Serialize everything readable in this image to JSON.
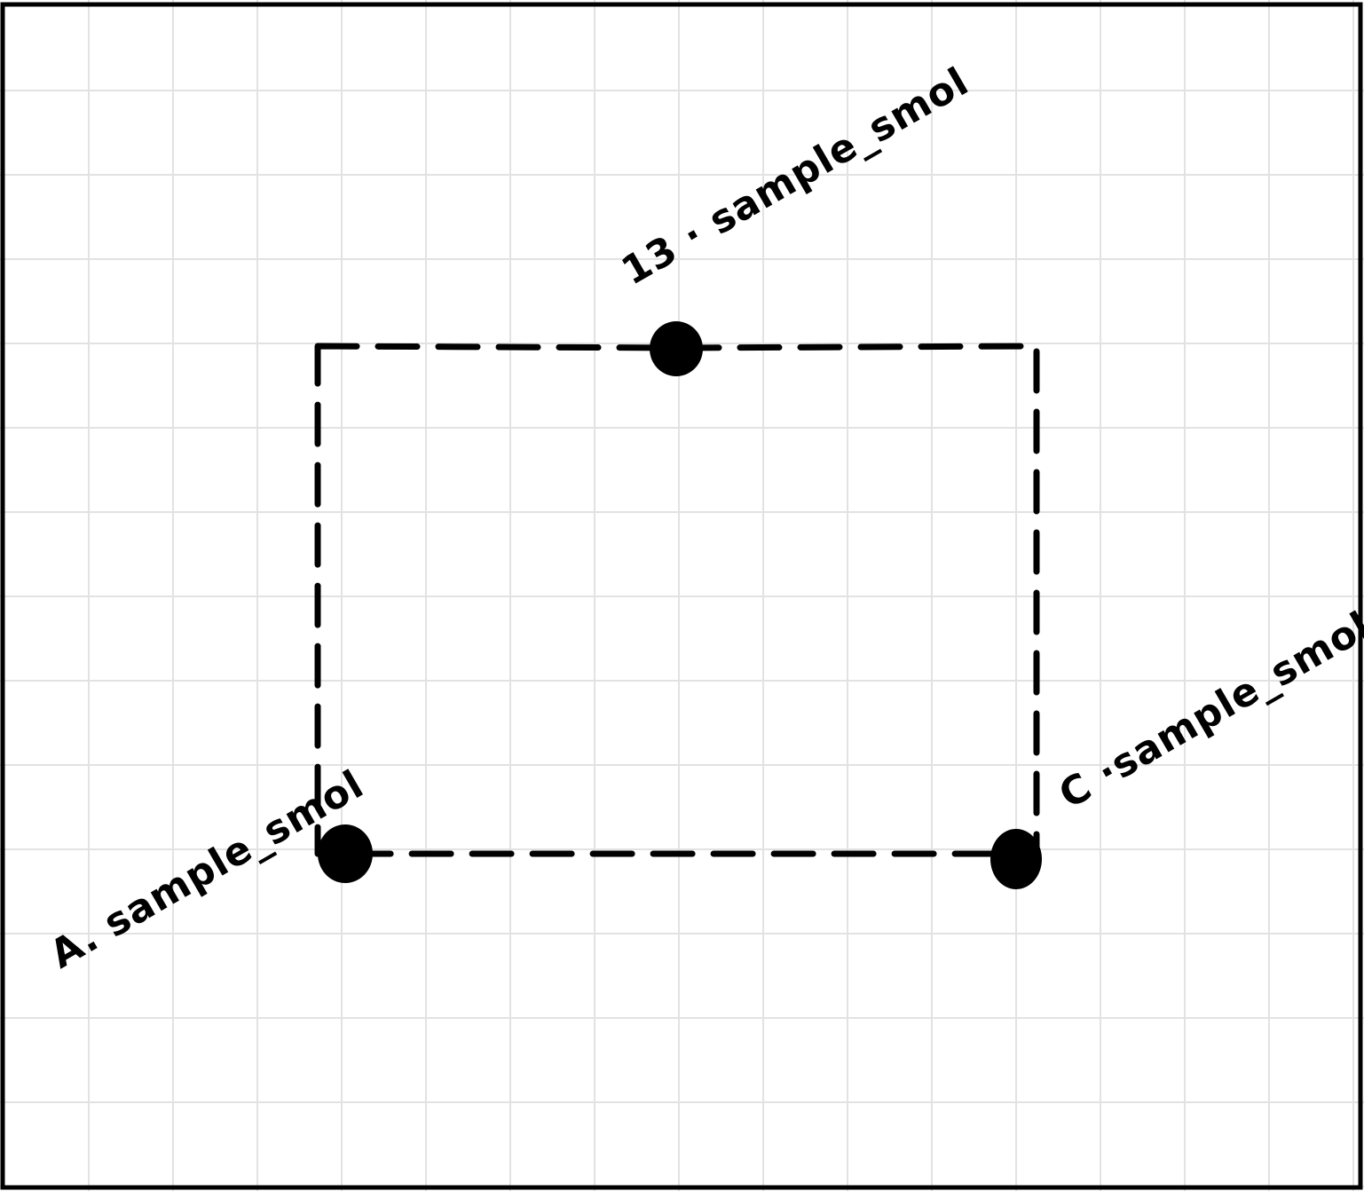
{
  "diagram": {
    "grid": {
      "shown": true,
      "color": "#e2e2e2"
    },
    "frame_color": "#000000",
    "outline_color": "#000000",
    "point_color": "#000000",
    "points": [
      {
        "id": "A",
        "label": "A. sample_smol"
      },
      {
        "id": "B",
        "label": "13 · sample_smol"
      },
      {
        "id": "C",
        "label": "C ·sample_smol"
      }
    ]
  }
}
